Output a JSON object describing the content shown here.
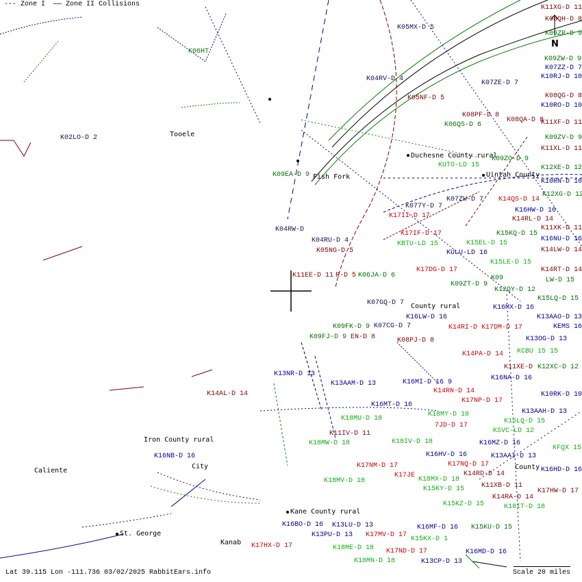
{
  "legend": {
    "zone1": "--- Zone I",
    "zone2": "—— Zone II Collisions"
  },
  "status": "Lat 39.115 Lon -111.736 03/02/2025 RabbitEars.info",
  "scale": "Scale 20 miles",
  "north": "N",
  "colors": {
    "dark_red": "#800000",
    "red": "#d00000",
    "green": "#007000",
    "light_green": "#10b010",
    "blue": "#000090",
    "black": "#000000"
  },
  "cities": [
    "Duchesne County rural",
    "Uintah County",
    "Fish Fork",
    "County rural",
    "Kane County rural",
    "St. George",
    "Kanab",
    "Caliente",
    "City",
    "Tooele",
    "Iron County rural",
    "County"
  ],
  "stations": [
    "K11XG-D 11",
    "K08QH-D 8",
    "K09ZR-D 9",
    "K09ZW-D 9",
    "K07ZZ-D 7",
    "K10RJ-D 10",
    "K08QG-D 8",
    "K10RO-D 10",
    "K11XF-D 11",
    "K09ZV-D 9",
    "K11XL-D 11",
    "K09ZO-D 9",
    "K12XE-D 12",
    "K10RN-D 10",
    "K12XG-D 12",
    "K14QS-D 14",
    "K16HW-D 16",
    "K14RL-D 14",
    "K11XK-D 11",
    "K15KQ-D 15",
    "K16NU-D 16",
    "K14LW-D 14",
    "K14RT-D 14",
    "LW-D 15",
    "K09",
    "K12QY-D 12",
    "K15LQ-D 15",
    "K16MX-D 16",
    "K13AAO-D 13",
    "KEMS 16",
    "K13OG-D 13",
    "KCBU 15 15",
    "K11XE-D",
    "K12XC-D 12",
    "K16NA-D 16",
    "K10RK-D 10",
    "K13AAH-D 13",
    "K15LQ-D 15",
    "KSVC-LD 12",
    "K16MZ-D 16",
    "KFQX 15",
    "K13AAI-D 13",
    "K16HD-D 16",
    "K11XB-D 11",
    "K17HW-D 17",
    "K14RA-D 14",
    "K18IT-D 18",
    "K15KU-D 15",
    "K05MX-D 5",
    "K04RV-D 4",
    "K07ZE-D 7",
    "K05NF-D 5",
    "K08PF-D 8",
    "K08QA-D 8",
    "K06QS-D 6",
    "KUTO-LD 15",
    "K09EA-D 9",
    "K06HT",
    "K02LO-D 2",
    "K07ZW-D 7",
    "K077Y-D 7",
    "K17II-D 17",
    "K04RW-D",
    "K04RU-D 4",
    "K05NG-D 5",
    "K17IF-D 17",
    "KBTU-LD 15",
    "KULU-LD 16",
    "K15EL-D 15",
    "K15LE-D 15",
    "K17DG-D 17",
    "K11EE-D 11",
    "R-D 5",
    "K06JA-D 6",
    "K09ZT-D 9",
    "K07GQ-D 7",
    "K16LW-D 16",
    "K14RI-D",
    "K17DM-D 17",
    "K09FK-D 9",
    "K07CG-D 7",
    "K09FJ-D 9",
    "EN-D 8",
    "K08PJ-D 8",
    "K14PA-D 14",
    "K13NR-D 13",
    "K13AAM-D 13",
    "K16MI-D 16 9",
    "K14RN-D 14",
    "K14AL-D 14",
    "K17NP-D 17",
    "K16MT-D 16",
    "K18MY-D 18",
    "K18MU-D 18",
    "7JD-D 17",
    "K11IV-D 11",
    "K18MW-D 18",
    "K18IV-D 18",
    "K16NB-D 16",
    "K16HV-D 16",
    "K17NQ-D 17",
    "K17NM-D 17",
    "K17JE",
    "K18MX-D 18",
    "K14RD-D 14",
    "K18MV-D 18",
    "K15KY-D 15",
    "K15KZ-D 15",
    "K16BO-D 16",
    "K13PU-D 13",
    "K17MV-D 17",
    "K16MF-D 16",
    "K17HX-D 17",
    "K18ME-D 18",
    "K17ND-D 17",
    "K16MD-D 16",
    "K18MN-D 18",
    "K13LU-D 13",
    "K15KX-D 1",
    "K13CP-D 13"
  ]
}
